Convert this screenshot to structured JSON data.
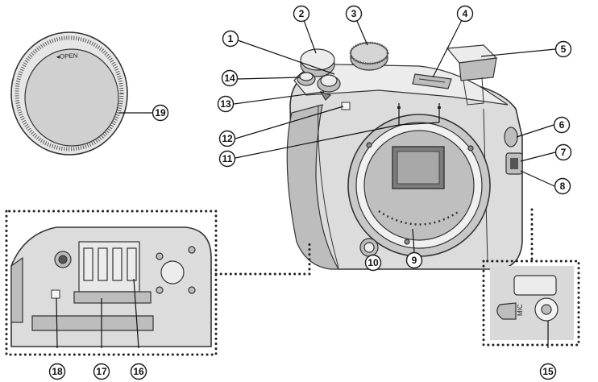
{
  "cap_label": "◂OPEN",
  "jack_labels": {
    "mic": "MIC"
  },
  "callouts": [
    {
      "id": "1",
      "label": "①"
    },
    {
      "id": "2",
      "label": "②"
    },
    {
      "id": "3",
      "label": "③"
    },
    {
      "id": "4",
      "label": "④"
    },
    {
      "id": "5",
      "label": "⑤"
    },
    {
      "id": "6",
      "label": "⑥"
    },
    {
      "id": "7",
      "label": "⑦"
    },
    {
      "id": "8",
      "label": "⑧"
    },
    {
      "id": "9",
      "label": "⑨"
    },
    {
      "id": "10",
      "label": "⑩"
    },
    {
      "id": "11",
      "label": "⑪"
    },
    {
      "id": "12",
      "label": "⑫"
    },
    {
      "id": "13",
      "label": "⑬"
    },
    {
      "id": "14",
      "label": "⑭"
    },
    {
      "id": "15",
      "label": "⑮"
    },
    {
      "id": "16",
      "label": "⑯"
    },
    {
      "id": "17",
      "label": "⑰"
    },
    {
      "id": "18",
      "label": "⑱"
    },
    {
      "id": "19",
      "label": "⑲"
    }
  ],
  "colors": {
    "body": "#dcdcdc",
    "dark": "#8a8a8a",
    "outline": "#333333"
  }
}
